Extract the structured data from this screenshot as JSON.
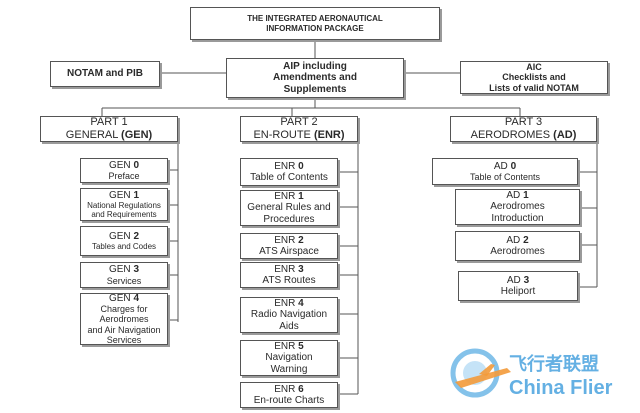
{
  "top": {
    "lines": [
      "THE INTEGRATED AERONAUTICAL",
      "INFORMATION PACKAGE"
    ]
  },
  "row2": {
    "notam": "NOTAM and PIB",
    "aip": [
      "AIP including",
      "Amendments and",
      "Supplements"
    ],
    "aic": [
      "AIC",
      "Checklists and",
      "Lists of valid NOTAM"
    ]
  },
  "parts": [
    {
      "title": "PART 1",
      "name": "GENERAL",
      "code": "(GEN)"
    },
    {
      "title": "PART 2",
      "name": "EN-ROUTE",
      "code": "(ENR)"
    },
    {
      "title": "PART 3",
      "name": "AERODROMES",
      "code": "(AD)"
    }
  ],
  "gen": [
    {
      "code": "GEN",
      "num": "0",
      "lines": [
        "Preface"
      ]
    },
    {
      "code": "GEN",
      "num": "1",
      "lines": [
        "National Regulations",
        "and Requirements"
      ]
    },
    {
      "code": "GEN",
      "num": "2",
      "lines": [
        "Tables and Codes"
      ]
    },
    {
      "code": "GEN",
      "num": "3",
      "lines": [
        "Services"
      ]
    },
    {
      "code": "GEN",
      "num": "4",
      "lines": [
        "Charges for",
        "Aerodromes",
        "and Air Navigation",
        "Services"
      ]
    }
  ],
  "enr": [
    {
      "code": "ENR",
      "num": "0",
      "lines": [
        "Table of Contents"
      ]
    },
    {
      "code": "ENR",
      "num": "1",
      "lines": [
        "General Rules and",
        "Procedures"
      ]
    },
    {
      "code": "ENR",
      "num": "2",
      "lines": [
        "ATS Airspace"
      ]
    },
    {
      "code": "ENR",
      "num": "3",
      "lines": [
        "ATS Routes"
      ]
    },
    {
      "code": "ENR",
      "num": "4",
      "lines": [
        "Radio Navigation",
        "Aids"
      ]
    },
    {
      "code": "ENR",
      "num": "5",
      "lines": [
        "Navigation",
        "Warning"
      ]
    },
    {
      "code": "ENR",
      "num": "6",
      "lines": [
        "En-route Charts"
      ]
    }
  ],
  "ad": [
    {
      "code": "AD",
      "num": "0",
      "lines": [
        "Table of Contents"
      ]
    },
    {
      "code": "AD",
      "num": "1",
      "lines": [
        "Aerodromes",
        "Introduction"
      ]
    },
    {
      "code": "AD",
      "num": "2",
      "lines": [
        "Aerodromes"
      ]
    },
    {
      "code": "AD",
      "num": "3",
      "lines": [
        "Heliport"
      ]
    }
  ],
  "watermark": {
    "text_cn": "飞行者联盟",
    "text_en": "China Flier"
  }
}
